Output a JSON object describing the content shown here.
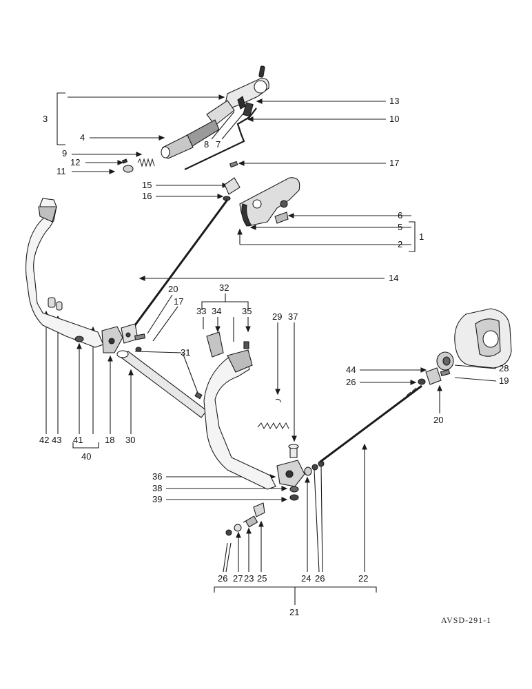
{
  "diagram": {
    "document_code": "AVSD-291-1",
    "callouts": [
      "1",
      "2",
      "3",
      "4",
      "5",
      "6",
      "7",
      "8",
      "9",
      "10",
      "11",
      "12",
      "13",
      "14",
      "15",
      "16",
      "17",
      "18",
      "19",
      "20",
      "21",
      "22",
      "23",
      "24",
      "25",
      "26",
      "27",
      "28",
      "29",
      "30",
      "31",
      "32",
      "33",
      "34",
      "35",
      "36",
      "37",
      "38",
      "39",
      "40",
      "41",
      "42",
      "43",
      "44"
    ],
    "colors": {
      "ink": "#1a1a1a",
      "shade": "#555555",
      "paper": "#ffffff"
    }
  }
}
